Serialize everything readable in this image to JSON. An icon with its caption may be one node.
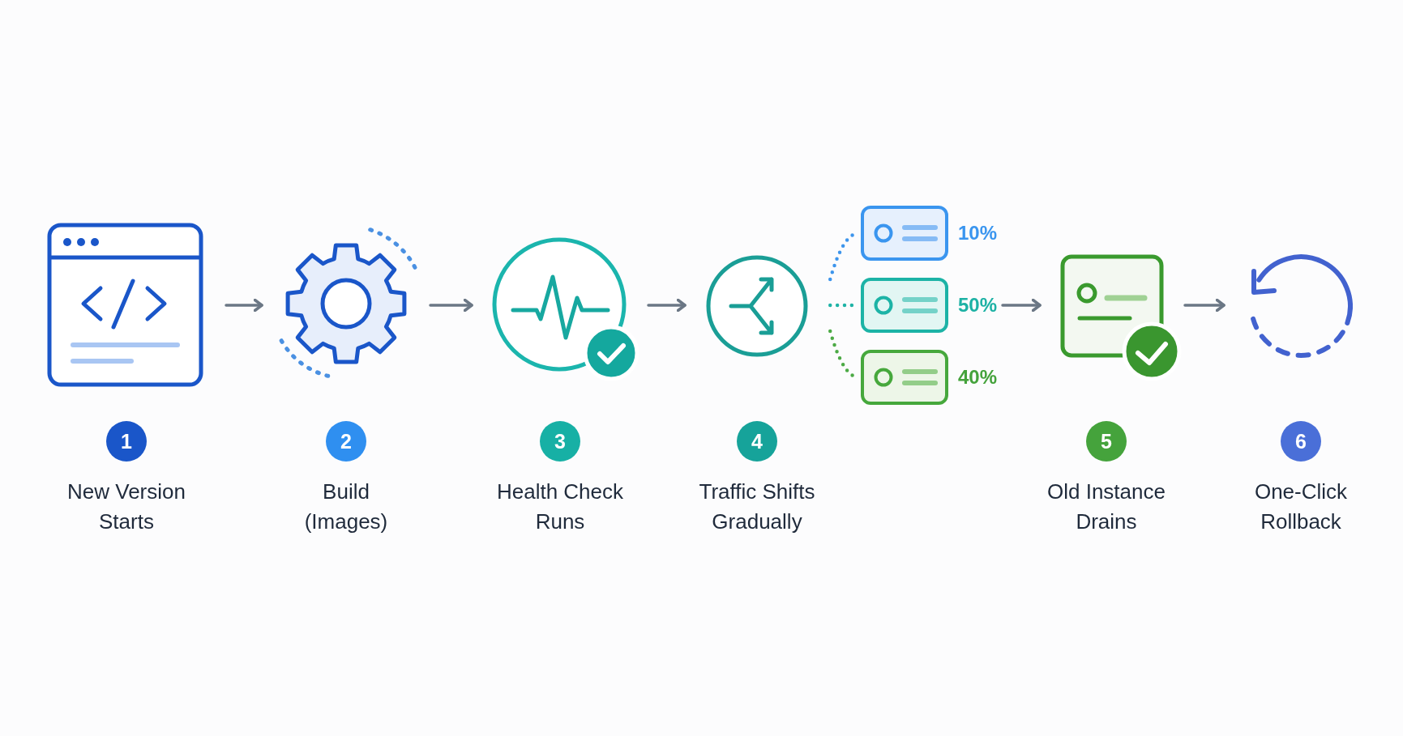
{
  "diagram": {
    "nodes": [
      {
        "text": [
          "1",
          "New Version Starts"
        ]
      },
      {
        "text": [
          "2",
          "Build (Images)"
        ]
      },
      {
        "text": [
          "3",
          "Health Check Runs"
        ]
      },
      {
        "text": [
          "4",
          "Traffic Shifts Gradually"
        ]
      },
      {
        "text": [],
        "shape": "box",
        "beside": [
          "10%"
        ]
      },
      {
        "text": [],
        "shape": "box",
        "beside": [
          "50%"
        ]
      },
      {
        "text": [],
        "shape": "box",
        "beside": [
          "40%"
        ]
      },
      {
        "text": [
          "5",
          "Old Instance Drains"
        ]
      },
      {
        "text": [
          "6",
          "One-Click Rollback"
        ]
      }
    ],
    "edges": [
      {
        "from": 0,
        "to": 1,
        "arrow": "to"
      },
      {
        "from": 1,
        "to": 2,
        "arrow": "to"
      },
      {
        "from": 2,
        "to": 3,
        "arrow": "to"
      },
      {
        "from": 3,
        "to": 4,
        "arrow": "none",
        "style": "dashed",
        "color": "#3d95ec"
      },
      {
        "from": 3,
        "to": 5,
        "arrow": "none",
        "style": "dashed",
        "color": "#1fb3a6"
      },
      {
        "from": 3,
        "to": 6,
        "arrow": "none",
        "style": "dashed",
        "color": "#4caa45"
      },
      {
        "from": 5,
        "to": 7,
        "arrow": "to"
      },
      {
        "from": 7,
        "to": 8,
        "arrow": "to"
      }
    ]
  }
}
